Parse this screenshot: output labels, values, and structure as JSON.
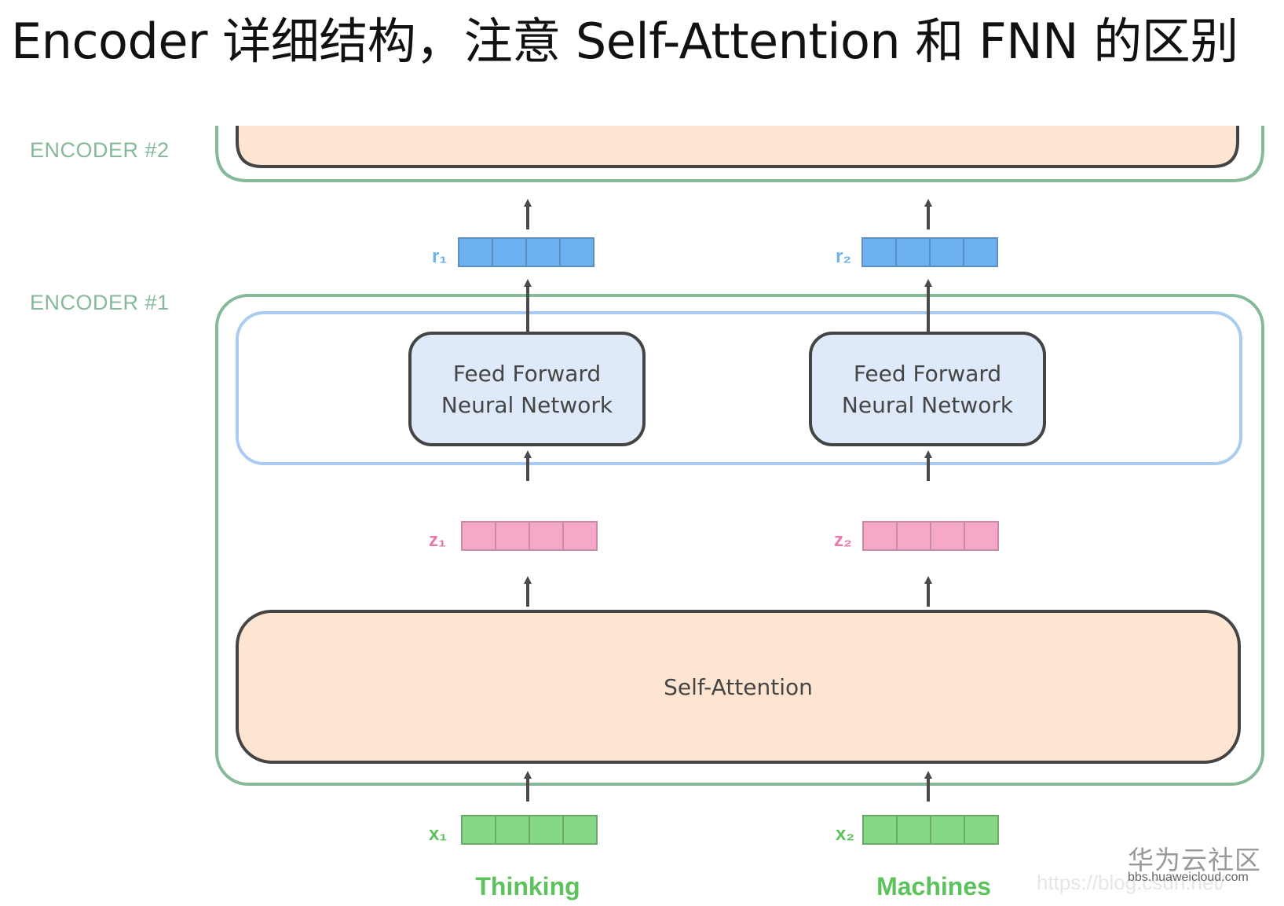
{
  "title": "Encoder 详细结构，注意 Self-Attention 和 FNN 的区别",
  "encoders": {
    "encoder2_label": "ENCODER #2",
    "encoder1_label": "ENCODER #1"
  },
  "columns": [
    {
      "r_label": "r₁",
      "ffn_line1": "Feed Forward",
      "ffn_line2": "Neural Network",
      "z_label": "z₁",
      "x_label": "x₁",
      "word": "Thinking"
    },
    {
      "r_label": "r₂",
      "ffn_line1": "Feed Forward",
      "ffn_line2": "Neural Network",
      "z_label": "z₂",
      "x_label": "x₂",
      "word": "Machines"
    }
  ],
  "self_attention_label": "Self-Attention",
  "watermark": {
    "brand": "华为云社区",
    "site": "bbs.huaweicloud.com",
    "faint_url": "https://blog.csdn.net/"
  },
  "colors": {
    "r_vector": "#6cb2f0",
    "z_vector": "#f5a8c8",
    "x_vector": "#86d886",
    "encoder_border": "#86b89a",
    "ffn_group_border": "#a9ccf0",
    "ffn_fill": "#deeaf9",
    "self_attention_fill": "#fde5d2",
    "box_border": "#444444",
    "arrow": "#4a4a4a"
  }
}
